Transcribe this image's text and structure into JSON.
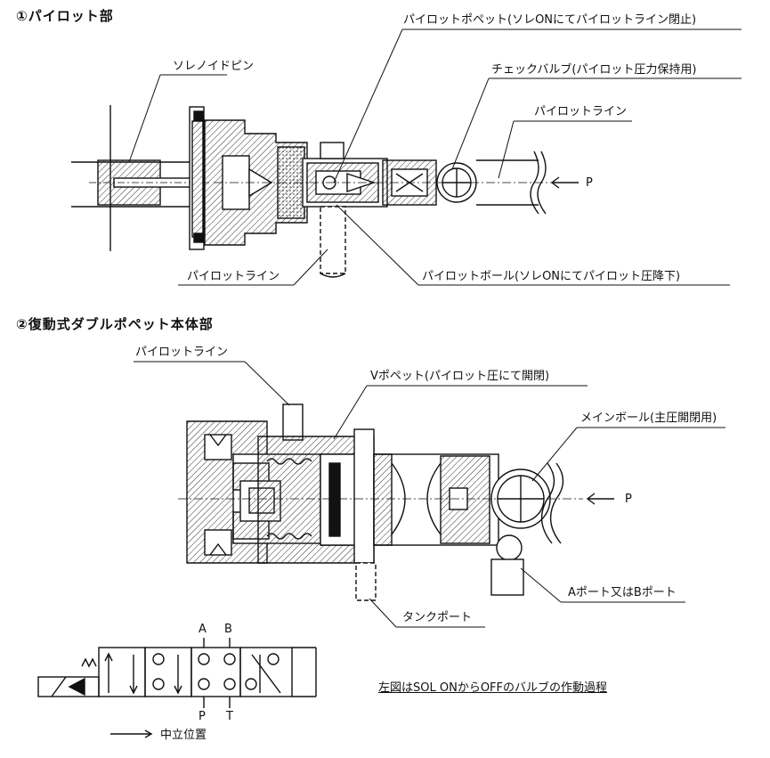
{
  "section1": {
    "title": "①パイロット部",
    "labels": {
      "pilot_poppet": "パイロットポペット(ソレONにてパイロットライン閉止)",
      "solenoid_pin": "ソレノイドピン",
      "check_valve": "チェックバルブ(パイロット圧力保持用)",
      "pilot_line_top": "パイロットライン",
      "p_port": "P",
      "pilot_line_bottom": "パイロットライン",
      "pilot_ball": "パイロットボール(ソレONにてパイロット圧降下)"
    }
  },
  "section2": {
    "title": "②復動式ダブルポペット本体部",
    "labels": {
      "pilot_line": "パイロットライン",
      "v_poppet": "Vポペット(パイロット圧にて開閉)",
      "main_ball": "メインボール(主圧開閉用)",
      "p_port": "P",
      "ab_port": "Aポート又はBポート",
      "tank_port": "タンクポート"
    }
  },
  "symbol": {
    "port_a": "A",
    "port_b": "B",
    "port_p": "P",
    "port_t": "T",
    "neutral": "中立位置",
    "caption": "左図はSOL ONからOFFのバルブの作動過程"
  }
}
